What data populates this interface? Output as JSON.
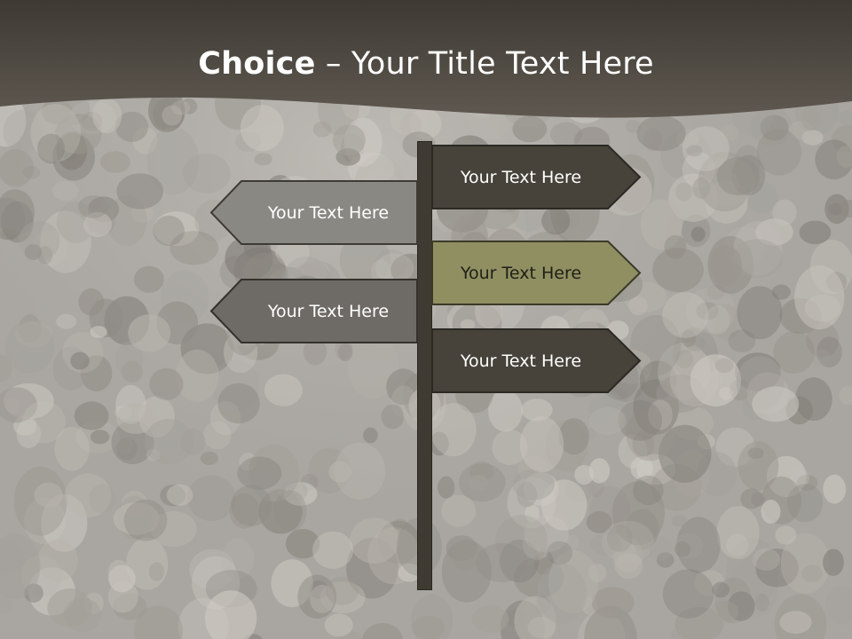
{
  "title": {
    "bold": "Choice",
    "rest": " – Your Title Text Here"
  },
  "signs": [
    {
      "label": "Your Text Here",
      "direction": "right",
      "fill": "#47423a",
      "text_color": "#ffffff"
    },
    {
      "label": "Your Text Here",
      "direction": "left",
      "fill": "#8a8883",
      "text_color": "#ffffff"
    },
    {
      "label": "Your Text Here",
      "direction": "right",
      "fill": "#8f8f62",
      "text_color": "#1f1f16"
    },
    {
      "label": "Your Text Here",
      "direction": "left",
      "fill": "#6e6b66",
      "text_color": "#ffffff"
    },
    {
      "label": "Your Text Here",
      "direction": "right",
      "fill": "#47423a",
      "text_color": "#ffffff"
    }
  ],
  "colors": {
    "header": "#56514a",
    "background": "#a8a5a0",
    "pole": "#3f3b33"
  }
}
